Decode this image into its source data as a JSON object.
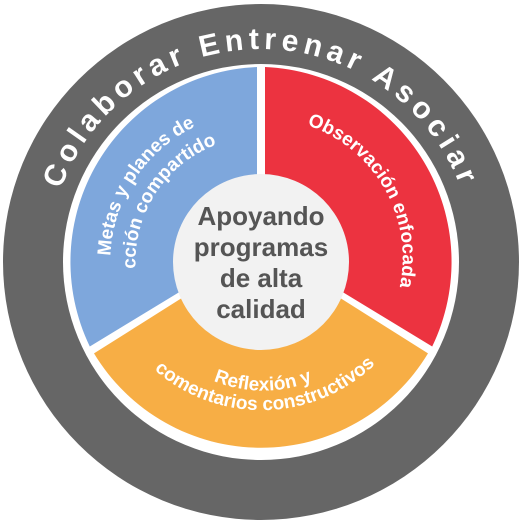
{
  "outer_ring": {
    "label": "Colaborar Entrenar Asociar",
    "color": "#666666"
  },
  "segments": {
    "blue": {
      "line1": "Metas y planes de",
      "line2": "acción compartidos",
      "color": "#7ea7dc"
    },
    "red": {
      "line1": "Observación enfocada",
      "color": "#ec3340"
    },
    "orange": {
      "line1": "Reflexión y",
      "line2": "comentarios constructivos",
      "color": "#f7ae45"
    }
  },
  "center": {
    "line1": "Apoyando",
    "line2": "programas",
    "line3": "de alta",
    "line4": "calidad",
    "color": "#f2f2f2"
  }
}
